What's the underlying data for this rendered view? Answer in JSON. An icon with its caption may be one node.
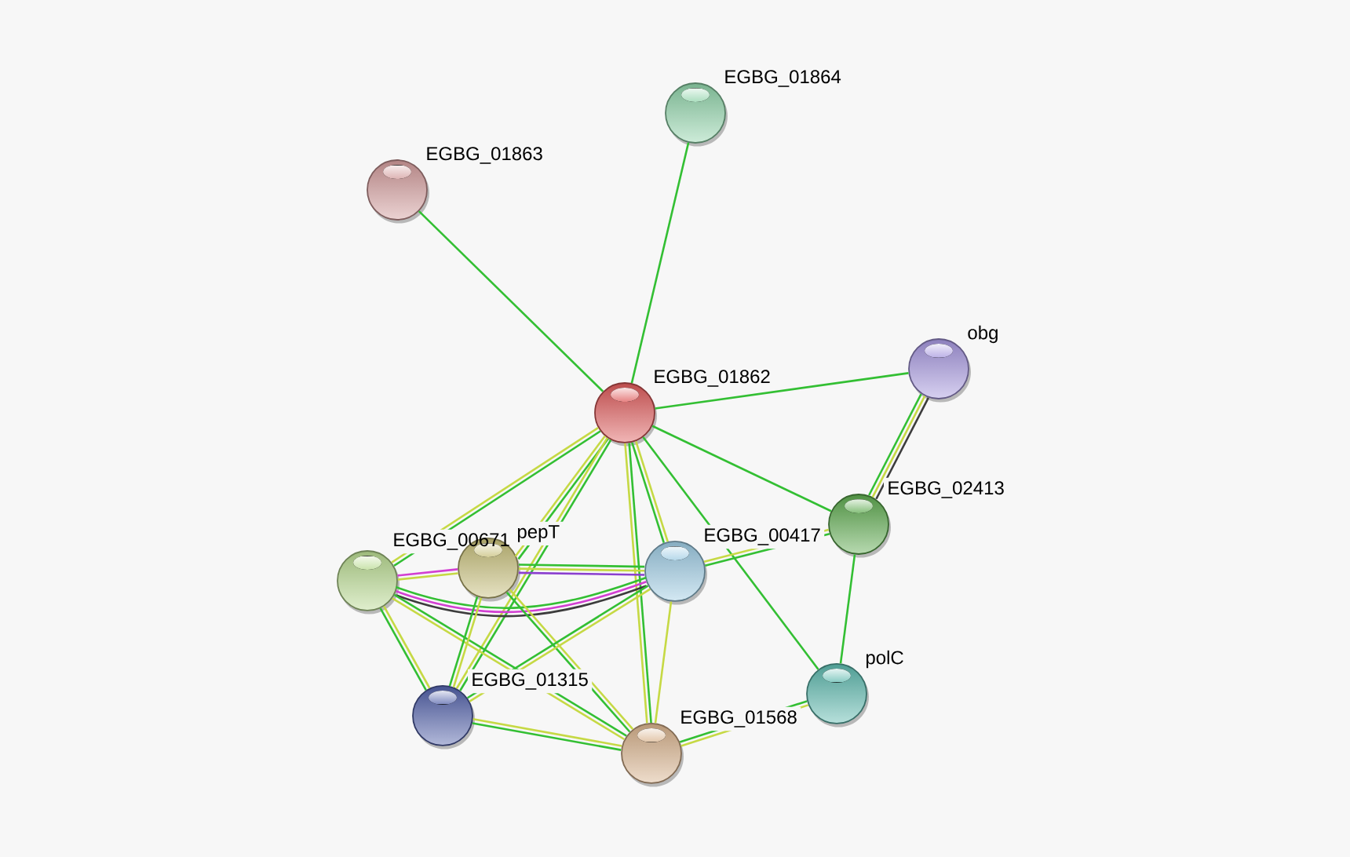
{
  "diagram": {
    "nodes": [
      {
        "text": [
          "EGBG_01864"
        ]
      },
      {
        "text": [
          "EGBG_01863"
        ]
      },
      {
        "text": [
          "obg"
        ]
      },
      {
        "text": [
          "EGBG_01862"
        ]
      },
      {
        "text": [
          "EGBG_02413"
        ]
      },
      {
        "text": [
          "pepT"
        ]
      },
      {
        "text": [
          "EGBG_00417"
        ]
      },
      {
        "text": [
          "EGBG_00671"
        ]
      },
      {
        "text": [
          "polC"
        ]
      },
      {
        "text": [
          "EGBG_01315"
        ]
      },
      {
        "text": [
          "EGBG_01568"
        ]
      }
    ],
    "edges": [
      {
        "from": 3,
        "to": 1,
        "arrow": "none"
      },
      {
        "from": 3,
        "to": 0,
        "arrow": "none"
      },
      {
        "from": 3,
        "to": 2,
        "arrow": "none"
      },
      {
        "from": 3,
        "to": 4,
        "arrow": "none"
      },
      {
        "from": 3,
        "to": 8,
        "arrow": "none"
      },
      {
        "from": 3,
        "to": 7,
        "arrow": "none",
        "color": "#c6d944"
      },
      {
        "from": 3,
        "to": 7,
        "arrow": "none"
      },
      {
        "from": 3,
        "to": 5,
        "arrow": "none",
        "color": "#c6d944"
      },
      {
        "from": 3,
        "to": 5,
        "arrow": "none"
      },
      {
        "from": 3,
        "to": 9,
        "arrow": "none",
        "color": "#c6d944"
      },
      {
        "from": 3,
        "to": 9,
        "arrow": "none"
      },
      {
        "from": 3,
        "to": 6,
        "arrow": "none"
      },
      {
        "from": 3,
        "to": 6,
        "arrow": "none",
        "color": "#c6d944"
      },
      {
        "from": 3,
        "to": 10,
        "arrow": "none",
        "color": "#c6d944"
      },
      {
        "from": 3,
        "to": 10,
        "arrow": "none"
      },
      {
        "from": 2,
        "to": 4,
        "arrow": "none"
      },
      {
        "from": 2,
        "to": 4,
        "arrow": "none",
        "color": "#c6d944"
      },
      {
        "from": 2,
        "to": 4,
        "arrow": "none",
        "color": "#3c3c3c"
      },
      {
        "from": 4,
        "to": 6,
        "arrow": "none",
        "color": "#c6d944"
      },
      {
        "from": 4,
        "to": 6,
        "arrow": "none"
      },
      {
        "from": 4,
        "to": 8,
        "arrow": "none"
      },
      {
        "from": 7,
        "to": 5,
        "arrow": "none",
        "color": "#d23fd2"
      },
      {
        "from": 7,
        "to": 5,
        "arrow": "none",
        "color": "#c6d944"
      },
      {
        "from": 7,
        "to": 6,
        "arrow": "none"
      },
      {
        "from": 7,
        "to": 6,
        "arrow": "none",
        "color": "#d23fd2"
      },
      {
        "from": 7,
        "to": 6,
        "arrow": "none",
        "color": "#3c3c3c"
      },
      {
        "from": 5,
        "to": 6,
        "arrow": "none",
        "color": "#8b3fcf"
      },
      {
        "from": 5,
        "to": 6,
        "arrow": "none",
        "color": "#c6d944"
      },
      {
        "from": 5,
        "to": 6,
        "arrow": "none"
      },
      {
        "from": 7,
        "to": 9,
        "arrow": "none"
      },
      {
        "from": 7,
        "to": 9,
        "arrow": "none",
        "color": "#c6d944"
      },
      {
        "from": 7,
        "to": 10,
        "arrow": "none",
        "color": "#c6d944"
      },
      {
        "from": 7,
        "to": 10,
        "arrow": "none"
      },
      {
        "from": 5,
        "to": 9,
        "arrow": "none"
      },
      {
        "from": 5,
        "to": 9,
        "arrow": "none",
        "color": "#c6d944"
      },
      {
        "from": 5,
        "to": 10,
        "arrow": "none"
      },
      {
        "from": 5,
        "to": 10,
        "arrow": "none",
        "color": "#c6d944"
      },
      {
        "from": 6,
        "to": 9,
        "arrow": "none"
      },
      {
        "from": 6,
        "to": 9,
        "arrow": "none",
        "color": "#c6d944"
      },
      {
        "from": 6,
        "to": 10,
        "arrow": "none",
        "color": "#c6d944"
      },
      {
        "from": 9,
        "to": 10,
        "arrow": "none"
      },
      {
        "from": 9,
        "to": 10,
        "arrow": "none",
        "color": "#c6d944"
      },
      {
        "from": 10,
        "to": 8,
        "arrow": "none"
      },
      {
        "from": 10,
        "to": 8,
        "arrow": "none",
        "color": "#c6d944"
      }
    ]
  }
}
